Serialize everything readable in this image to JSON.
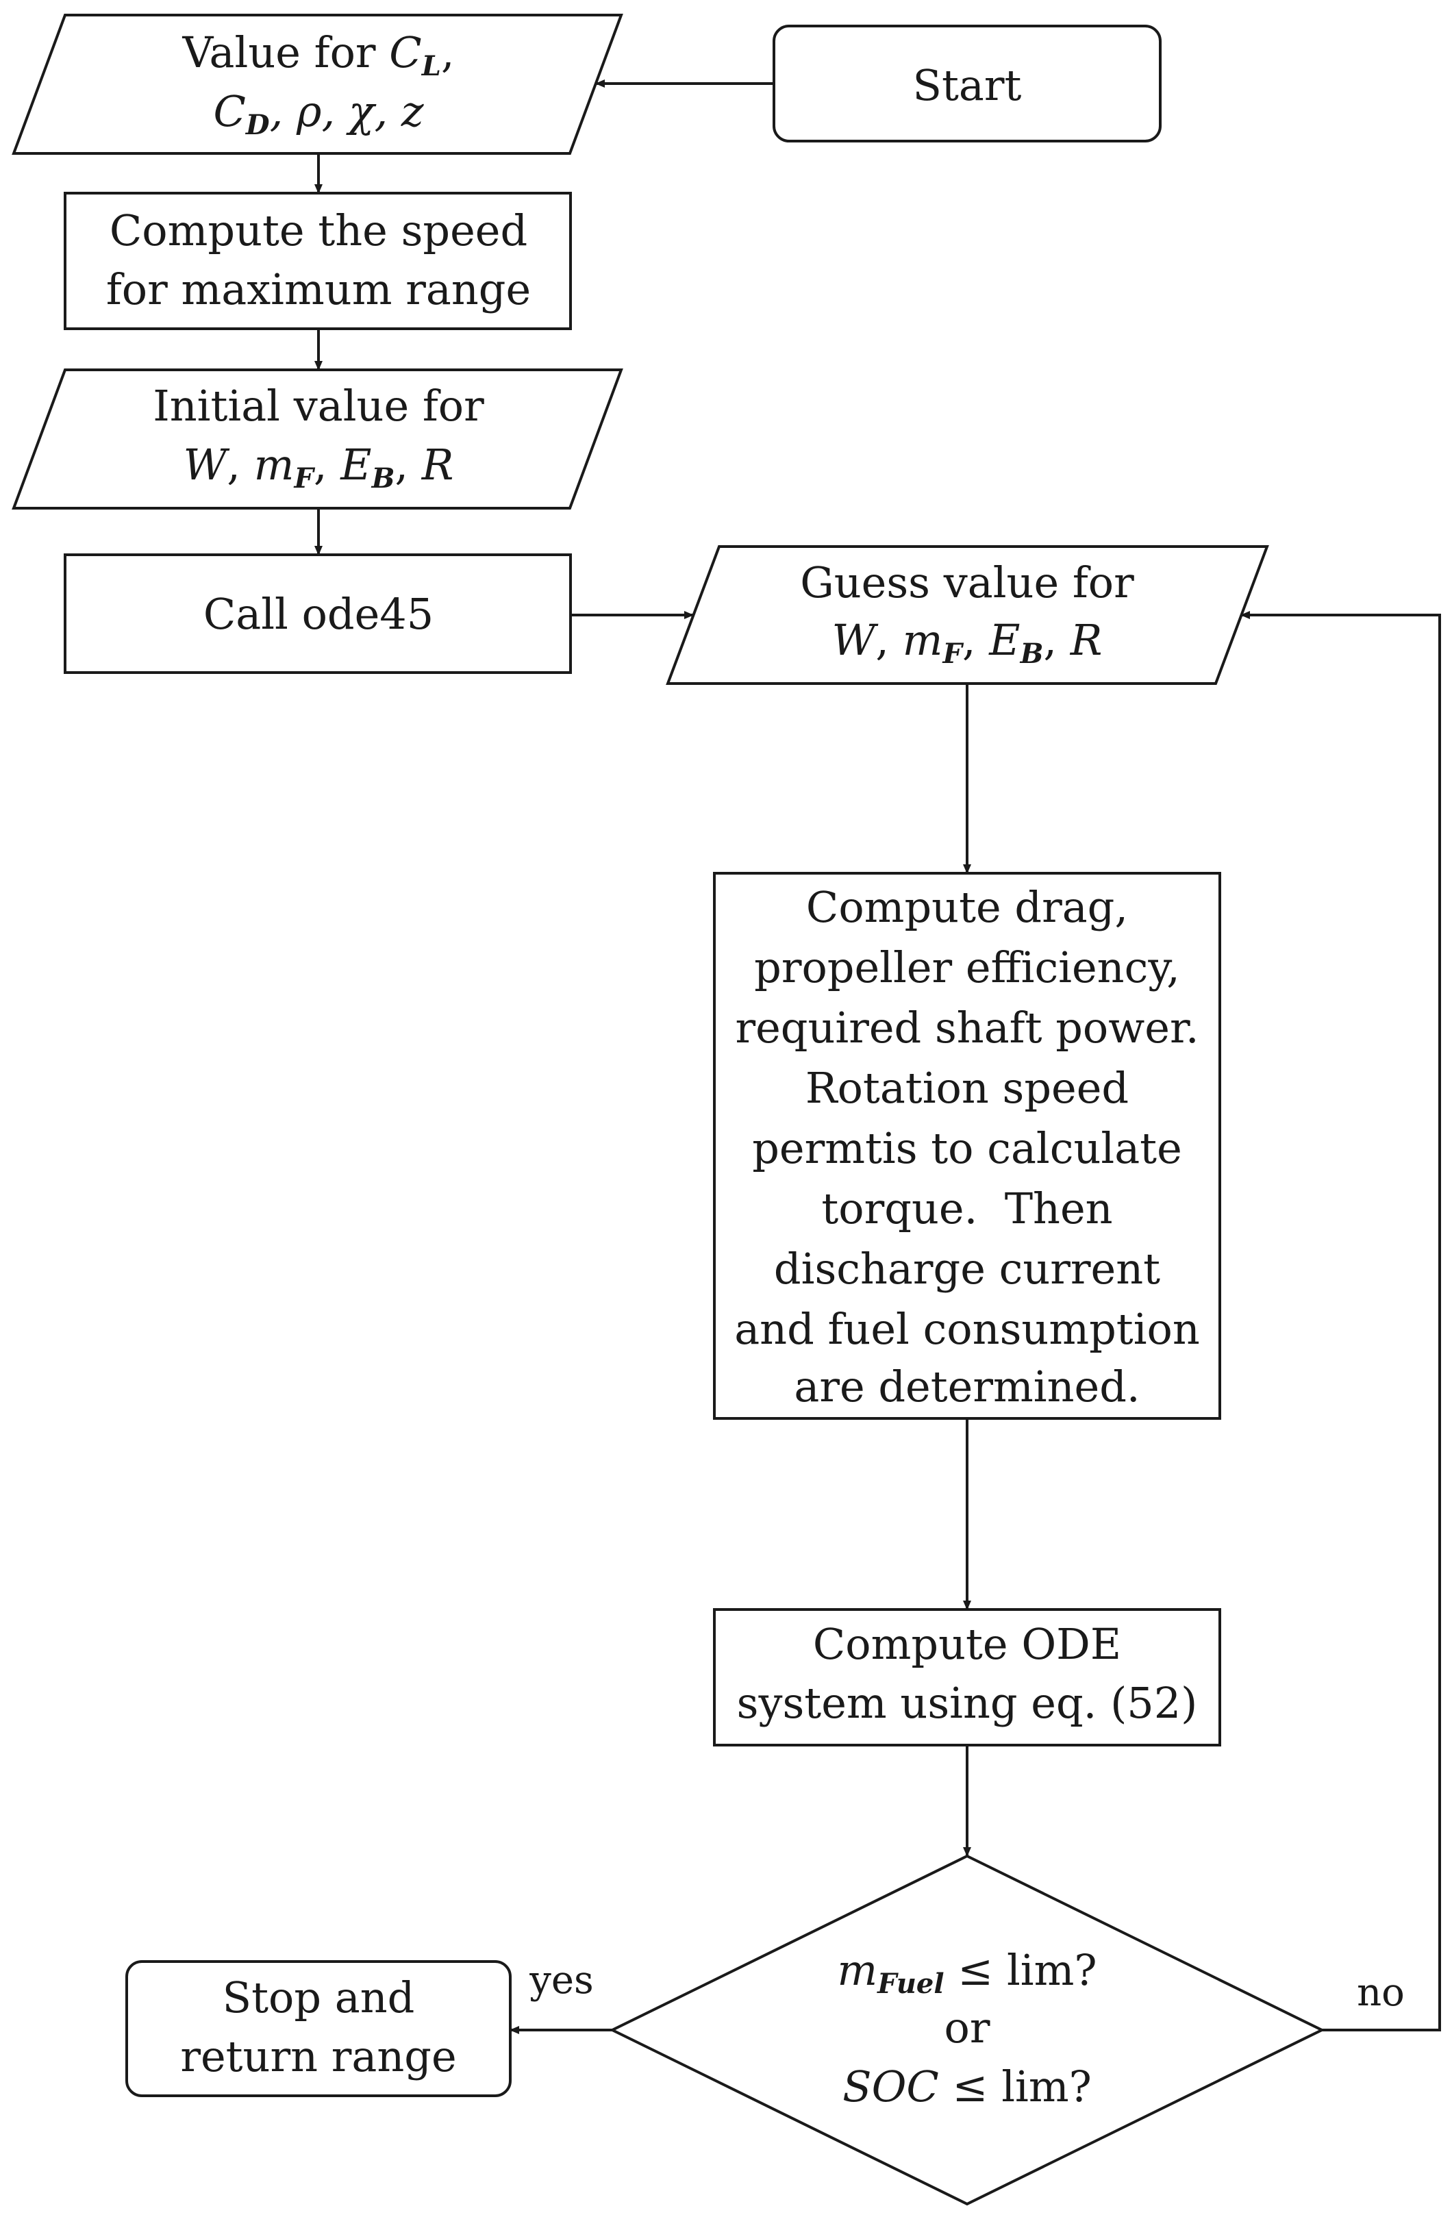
{
  "flowchart": {
    "start": "Start",
    "input_coefficients": {
      "line1_prefix": "Value for ",
      "line1_var": "C",
      "line1_sub": "L",
      "line1_suffix": ",",
      "line2_c": "C",
      "line2_sub": "D",
      "line2_rest": ", ρ, χ, z"
    },
    "compute_speed": [
      "Compute the speed",
      "for maximum range"
    ],
    "initial_values": {
      "line1": "Initial value for",
      "w": "W",
      "m": "m",
      "m_sub": "F",
      "e": "E",
      "e_sub": "B",
      "r": "R"
    },
    "call_ode45": "Call ode45",
    "guess_values": {
      "line1": "Guess value for",
      "w": "W",
      "m": "m",
      "m_sub": "F",
      "e": "E",
      "e_sub": "B",
      "r": "R"
    },
    "compute_drag": [
      "Compute drag,",
      "propeller efficiency,",
      "required shaft power.",
      "Rotation speed",
      "permtis to calculate",
      "torque.  Then",
      "discharge current",
      "and fuel consumption",
      "are determined."
    ],
    "compute_ode": [
      "Compute ODE",
      "system using eq. (52)"
    ],
    "decision": {
      "m": "m",
      "m_sub": "Fuel",
      "limit": " ≤ lim?",
      "or": "or",
      "soc": "SOC",
      "soc_limit": " ≤ lim?"
    },
    "stop": [
      "Stop and",
      "return range"
    ],
    "yes_label": "yes",
    "no_label": "no"
  }
}
